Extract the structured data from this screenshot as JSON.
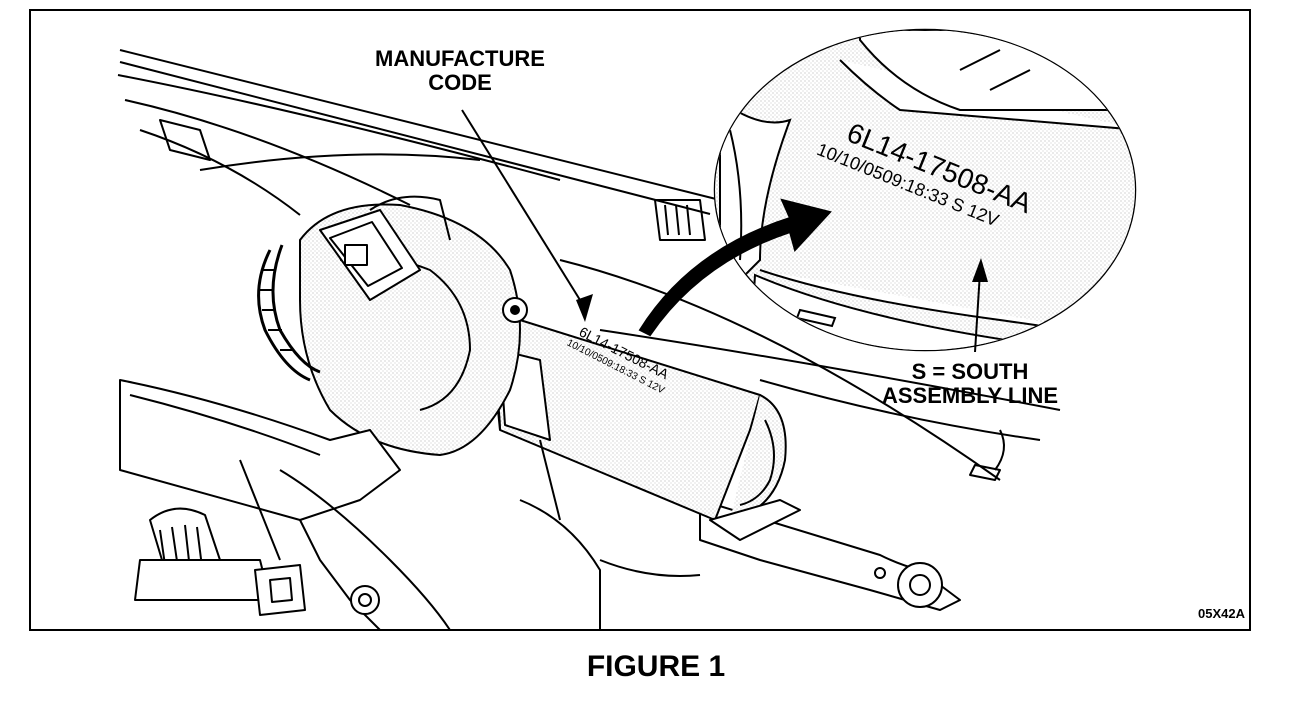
{
  "callouts": {
    "manufacture_code_line1": "MANUFACTURE",
    "manufacture_code_line2": "CODE",
    "south_line1": "S  =  SOUTH",
    "south_line2": "ASSEMBLY  LINE"
  },
  "part_label": {
    "part_number": "6L14-17508-AA",
    "date_code": "10/10/0509:18:33 S 12V"
  },
  "figure_code": "05X42A",
  "caption": "FIGURE 1"
}
